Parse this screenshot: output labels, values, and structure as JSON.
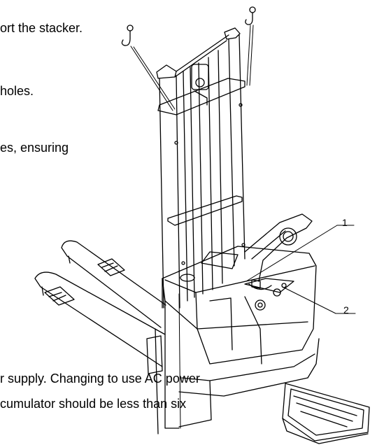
{
  "text_lines": [
    "ort the stacker.",
    "holes.",
    "es, ensuring",
    "r supply. Changing to use AC power",
    "cumulator should be less than six"
  ],
  "callouts": [
    "1",
    "2"
  ],
  "icons": {
    "hook_left": "lifting-hook-icon",
    "hook_right": "lifting-hook-icon"
  }
}
